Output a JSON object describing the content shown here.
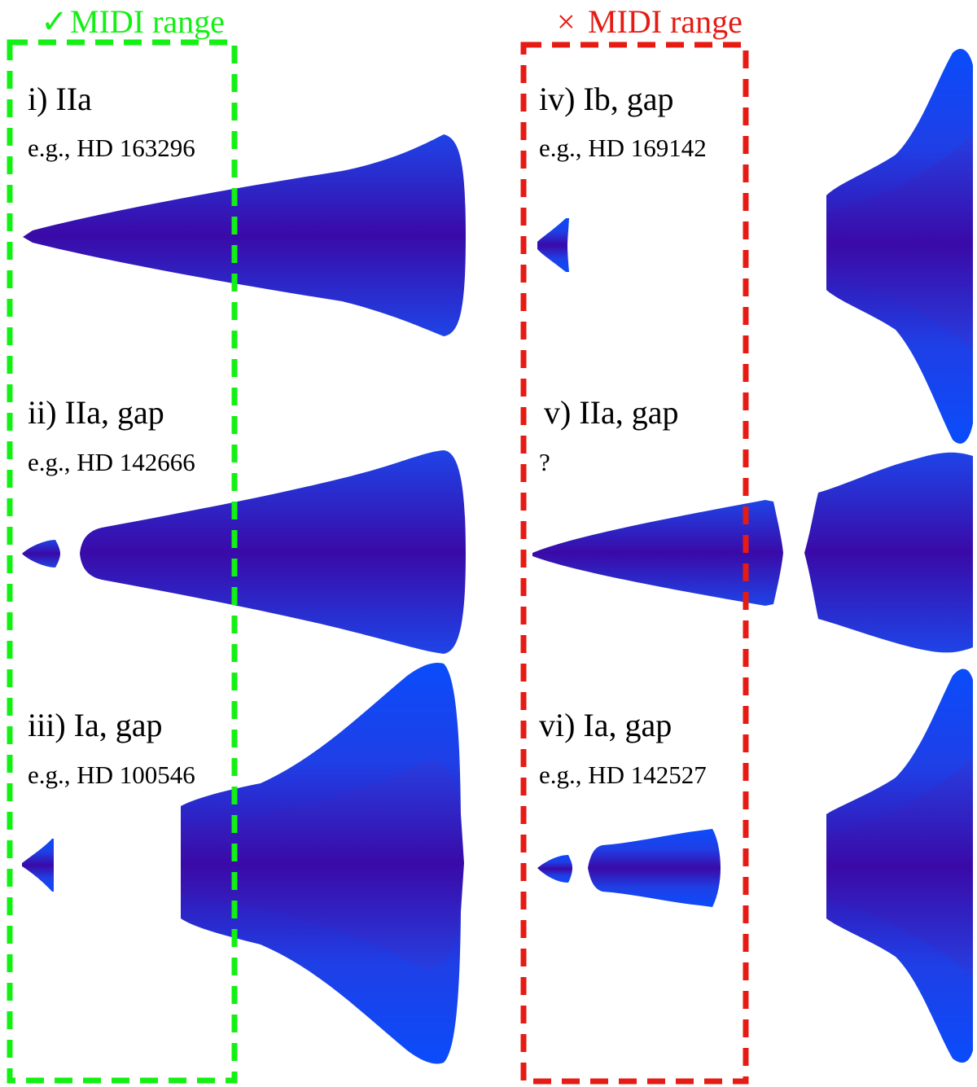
{
  "colors": {
    "accept": "#13f013",
    "reject": "#e51b14",
    "disk_outer": "#0a4cfb",
    "disk_mid": "#2a2fd6",
    "disk_core": "#3a0aa8"
  },
  "ranges": {
    "accept": {
      "mark": "✓",
      "title": "MIDI range"
    },
    "reject": {
      "mark": "×",
      "title": "MIDI range"
    }
  },
  "cases": [
    {
      "id": "i",
      "title": "i) IIa",
      "example": "e.g., HD 163296"
    },
    {
      "id": "ii",
      "title": "ii) IIa, gap",
      "example": "e.g., HD 142666"
    },
    {
      "id": "iii",
      "title": "iii) Ia, gap",
      "example": "e.g., HD 100546"
    },
    {
      "id": "iv",
      "title": "iv) Ib, gap",
      "example": "e.g., HD 169142"
    },
    {
      "id": "v",
      "title": "v) IIa, gap",
      "example": "?"
    },
    {
      "id": "vi",
      "title": "vi) Ia, gap",
      "example": "e.g., HD 142527"
    }
  ]
}
